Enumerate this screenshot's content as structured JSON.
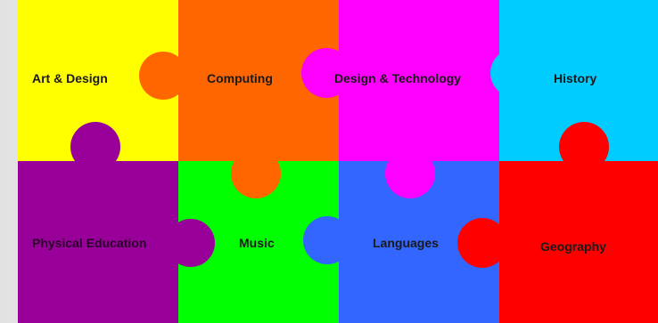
{
  "puzzle": {
    "pieces": [
      {
        "id": "art-design",
        "label": "Art & Design",
        "color": "#ffff00"
      },
      {
        "id": "computing",
        "label": "Computing",
        "color": "#ff6600"
      },
      {
        "id": "design-technology",
        "label": "Design & Technology",
        "color": "#ff00ff"
      },
      {
        "id": "history",
        "label": "History",
        "color": "#00ccff"
      },
      {
        "id": "physical-education",
        "label": "Physical Education",
        "color": "#990099"
      },
      {
        "id": "music",
        "label": "Music",
        "color": "#00ff00"
      },
      {
        "id": "languages",
        "label": "Languages",
        "color": "#3366ff"
      },
      {
        "id": "geography",
        "label": "Geography",
        "color": "#ff0000"
      }
    ]
  }
}
